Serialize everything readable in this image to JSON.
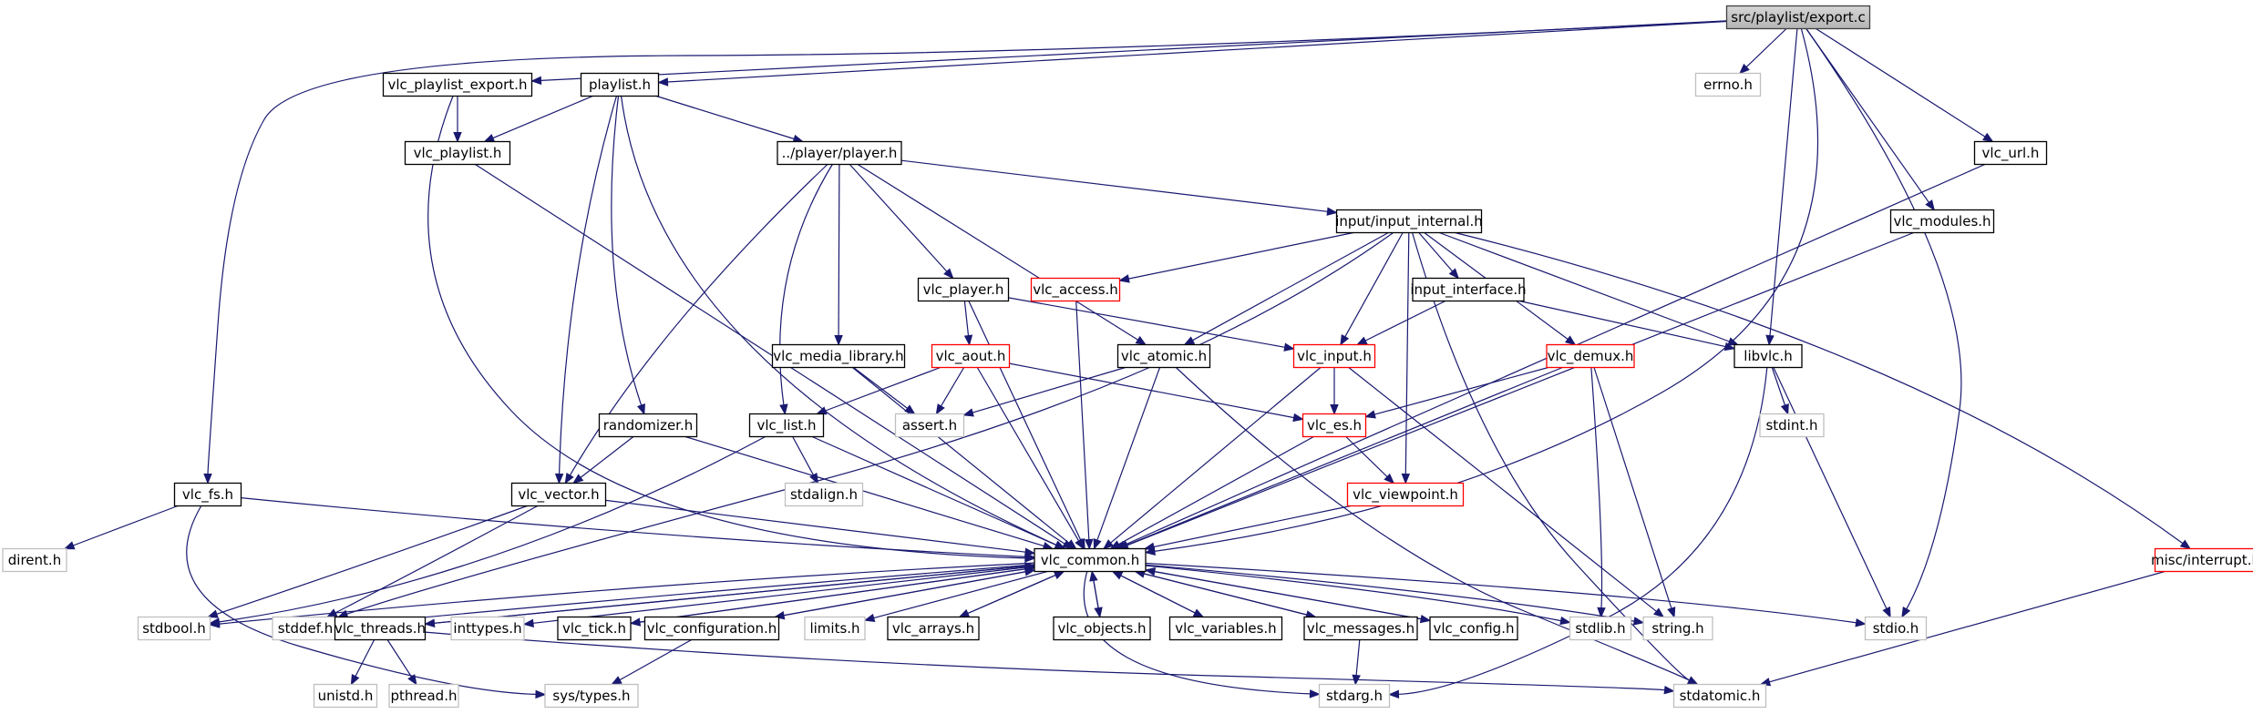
{
  "graph": {
    "colors": {
      "edge": "#191970",
      "root_fill": "#bfbfbf",
      "root_border": "#404040",
      "documented_border": "#000000",
      "truncated_border": "#ff0000",
      "system_border": "#bfbfbf"
    },
    "nodes": [
      {
        "id": "export_c",
        "label": "src/playlist/export.c",
        "kind": "root"
      },
      {
        "id": "vlc_playlist_export",
        "label": "vlc_playlist_export.h",
        "kind": "documented"
      },
      {
        "id": "playlist_h",
        "label": "playlist.h",
        "kind": "documented"
      },
      {
        "id": "errno",
        "label": "errno.h",
        "kind": "system"
      },
      {
        "id": "vlc_url",
        "label": "vlc_url.h",
        "kind": "documented"
      },
      {
        "id": "vlc_playlist",
        "label": "vlc_playlist.h",
        "kind": "documented"
      },
      {
        "id": "player_h",
        "label": "../player/player.h",
        "kind": "documented"
      },
      {
        "id": "input_internal",
        "label": "input/input_internal.h",
        "kind": "documented"
      },
      {
        "id": "vlc_modules",
        "label": "vlc_modules.h",
        "kind": "documented"
      },
      {
        "id": "vlc_player",
        "label": "vlc_player.h",
        "kind": "documented"
      },
      {
        "id": "vlc_access",
        "label": "vlc_access.h",
        "kind": "truncated"
      },
      {
        "id": "input_interface",
        "label": "input_interface.h",
        "kind": "documented"
      },
      {
        "id": "vlc_media_library",
        "label": "vlc_media_library.h",
        "kind": "documented"
      },
      {
        "id": "vlc_aout",
        "label": "vlc_aout.h",
        "kind": "truncated"
      },
      {
        "id": "vlc_atomic",
        "label": "vlc_atomic.h",
        "kind": "documented"
      },
      {
        "id": "vlc_input",
        "label": "vlc_input.h",
        "kind": "truncated"
      },
      {
        "id": "vlc_demux",
        "label": "vlc_demux.h",
        "kind": "truncated"
      },
      {
        "id": "libvlc",
        "label": "libvlc.h",
        "kind": "documented"
      },
      {
        "id": "randomizer",
        "label": "randomizer.h",
        "kind": "documented"
      },
      {
        "id": "vlc_list",
        "label": "vlc_list.h",
        "kind": "documented"
      },
      {
        "id": "assert",
        "label": "assert.h",
        "kind": "system"
      },
      {
        "id": "vlc_es",
        "label": "vlc_es.h",
        "kind": "truncated"
      },
      {
        "id": "stdint",
        "label": "stdint.h",
        "kind": "system"
      },
      {
        "id": "vlc_fs",
        "label": "vlc_fs.h",
        "kind": "documented"
      },
      {
        "id": "vlc_vector",
        "label": "vlc_vector.h",
        "kind": "documented"
      },
      {
        "id": "stdalign",
        "label": "stdalign.h",
        "kind": "system"
      },
      {
        "id": "vlc_viewpoint",
        "label": "vlc_viewpoint.h",
        "kind": "truncated"
      },
      {
        "id": "dirent",
        "label": "dirent.h",
        "kind": "system"
      },
      {
        "id": "vlc_common",
        "label": "vlc_common.h",
        "kind": "documented"
      },
      {
        "id": "misc_interrupt",
        "label": "misc/interrupt.h",
        "kind": "truncated"
      },
      {
        "id": "stdbool",
        "label": "stdbool.h",
        "kind": "system"
      },
      {
        "id": "stddef",
        "label": "stddef.h",
        "kind": "system"
      },
      {
        "id": "vlc_threads",
        "label": "vlc_threads.h",
        "kind": "documented"
      },
      {
        "id": "inttypes",
        "label": "inttypes.h",
        "kind": "system"
      },
      {
        "id": "vlc_tick",
        "label": "vlc_tick.h",
        "kind": "documented"
      },
      {
        "id": "vlc_configuration",
        "label": "vlc_configuration.h",
        "kind": "documented"
      },
      {
        "id": "limits",
        "label": "limits.h",
        "kind": "system"
      },
      {
        "id": "vlc_arrays",
        "label": "vlc_arrays.h",
        "kind": "documented"
      },
      {
        "id": "vlc_objects",
        "label": "vlc_objects.h",
        "kind": "documented"
      },
      {
        "id": "vlc_variables",
        "label": "vlc_variables.h",
        "kind": "documented"
      },
      {
        "id": "vlc_messages",
        "label": "vlc_messages.h",
        "kind": "documented"
      },
      {
        "id": "vlc_config",
        "label": "vlc_config.h",
        "kind": "documented"
      },
      {
        "id": "stdlib",
        "label": "stdlib.h",
        "kind": "system"
      },
      {
        "id": "string",
        "label": "string.h",
        "kind": "system"
      },
      {
        "id": "stdio",
        "label": "stdio.h",
        "kind": "system"
      },
      {
        "id": "unistd",
        "label": "unistd.h",
        "kind": "system"
      },
      {
        "id": "pthread",
        "label": "pthread.h",
        "kind": "system"
      },
      {
        "id": "sys_types",
        "label": "sys/types.h",
        "kind": "system"
      },
      {
        "id": "stdarg",
        "label": "stdarg.h",
        "kind": "system"
      },
      {
        "id": "stdatomic",
        "label": "stdatomic.h",
        "kind": "system"
      }
    ],
    "edges": [
      [
        "export_c",
        "vlc_playlist_export"
      ],
      [
        "export_c",
        "playlist_h"
      ],
      [
        "export_c",
        "errno"
      ],
      [
        "export_c",
        "vlc_url"
      ],
      [
        "export_c",
        "vlc_modules"
      ],
      [
        "export_c",
        "libvlc"
      ],
      [
        "export_c",
        "vlc_fs"
      ],
      [
        "export_c",
        "vlc_common"
      ],
      [
        "export_c",
        "stdio"
      ],
      [
        "vlc_playlist_export",
        "vlc_playlist"
      ],
      [
        "vlc_playlist_export",
        "vlc_common"
      ],
      [
        "playlist_h",
        "vlc_playlist"
      ],
      [
        "playlist_h",
        "player_h"
      ],
      [
        "playlist_h",
        "randomizer"
      ],
      [
        "playlist_h",
        "vlc_vector"
      ],
      [
        "playlist_h",
        "vlc_common"
      ],
      [
        "vlc_playlist",
        "vlc_common"
      ],
      [
        "player_h",
        "input_internal"
      ],
      [
        "player_h",
        "vlc_player"
      ],
      [
        "player_h",
        "vlc_media_library"
      ],
      [
        "player_h",
        "vlc_atomic"
      ],
      [
        "player_h",
        "vlc_list"
      ],
      [
        "player_h",
        "vlc_vector"
      ],
      [
        "input_internal",
        "vlc_access"
      ],
      [
        "input_internal",
        "input_interface"
      ],
      [
        "input_internal",
        "vlc_atomic"
      ],
      [
        "input_internal",
        "vlc_input"
      ],
      [
        "input_internal",
        "vlc_demux"
      ],
      [
        "input_internal",
        "libvlc"
      ],
      [
        "input_internal",
        "vlc_viewpoint"
      ],
      [
        "input_internal",
        "misc_interrupt"
      ],
      [
        "input_internal",
        "stdatomic"
      ],
      [
        "input_internal",
        "stddef"
      ],
      [
        "vlc_url",
        "vlc_common"
      ],
      [
        "vlc_modules",
        "vlc_common"
      ],
      [
        "vlc_player",
        "vlc_aout"
      ],
      [
        "vlc_player",
        "vlc_input"
      ],
      [
        "vlc_player",
        "vlc_common"
      ],
      [
        "vlc_access",
        "vlc_common"
      ],
      [
        "input_interface",
        "vlc_input"
      ],
      [
        "input_interface",
        "libvlc"
      ],
      [
        "vlc_media_library",
        "assert"
      ],
      [
        "vlc_media_library",
        "vlc_common"
      ],
      [
        "vlc_aout",
        "assert"
      ],
      [
        "vlc_aout",
        "vlc_list"
      ],
      [
        "vlc_aout",
        "vlc_es"
      ],
      [
        "vlc_aout",
        "vlc_common"
      ],
      [
        "vlc_atomic",
        "assert"
      ],
      [
        "vlc_atomic",
        "vlc_common"
      ],
      [
        "vlc_atomic",
        "stdatomic"
      ],
      [
        "vlc_input",
        "vlc_es"
      ],
      [
        "vlc_input",
        "vlc_common"
      ],
      [
        "vlc_input",
        "string"
      ],
      [
        "vlc_demux",
        "vlc_es"
      ],
      [
        "vlc_demux",
        "vlc_common"
      ],
      [
        "vlc_demux",
        "stdlib"
      ],
      [
        "vlc_demux",
        "string"
      ],
      [
        "libvlc",
        "stdint"
      ],
      [
        "libvlc",
        "stdio"
      ],
      [
        "libvlc",
        "stdarg"
      ],
      [
        "randomizer",
        "vlc_vector"
      ],
      [
        "randomizer",
        "vlc_common"
      ],
      [
        "vlc_list",
        "stdalign"
      ],
      [
        "vlc_list",
        "stdbool"
      ],
      [
        "vlc_list",
        "vlc_common"
      ],
      [
        "vlc_es",
        "vlc_viewpoint"
      ],
      [
        "vlc_es",
        "vlc_common"
      ],
      [
        "vlc_fs",
        "dirent"
      ],
      [
        "vlc_fs",
        "sys_types"
      ],
      [
        "vlc_fs",
        "vlc_common"
      ],
      [
        "vlc_vector",
        "stdbool"
      ],
      [
        "vlc_vector",
        "stddef"
      ],
      [
        "vlc_vector",
        "vlc_common"
      ],
      [
        "vlc_viewpoint",
        "vlc_common"
      ],
      [
        "misc_interrupt",
        "stdatomic"
      ],
      [
        "vlc_common",
        "stdbool"
      ],
      [
        "vlc_common",
        "stddef"
      ],
      [
        "vlc_common",
        "vlc_threads"
      ],
      [
        "vlc_common",
        "inttypes"
      ],
      [
        "vlc_common",
        "vlc_tick"
      ],
      [
        "vlc_common",
        "vlc_configuration"
      ],
      [
        "vlc_common",
        "limits"
      ],
      [
        "vlc_common",
        "vlc_arrays"
      ],
      [
        "vlc_common",
        "vlc_objects"
      ],
      [
        "vlc_common",
        "vlc_variables"
      ],
      [
        "vlc_common",
        "vlc_messages"
      ],
      [
        "vlc_common",
        "vlc_config"
      ],
      [
        "vlc_common",
        "stdlib"
      ],
      [
        "vlc_common",
        "string"
      ],
      [
        "vlc_common",
        "stdio"
      ],
      [
        "vlc_common",
        "stdarg"
      ],
      [
        "vlc_threads",
        "vlc_common"
      ],
      [
        "vlc_threads",
        "unistd"
      ],
      [
        "vlc_threads",
        "pthread"
      ],
      [
        "vlc_threads",
        "stdatomic"
      ],
      [
        "vlc_tick",
        "vlc_common"
      ],
      [
        "vlc_configuration",
        "vlc_common"
      ],
      [
        "vlc_configuration",
        "sys_types"
      ],
      [
        "vlc_arrays",
        "vlc_common"
      ],
      [
        "vlc_objects",
        "vlc_common"
      ],
      [
        "vlc_variables",
        "vlc_common"
      ],
      [
        "vlc_messages",
        "vlc_common"
      ],
      [
        "vlc_messages",
        "stdarg"
      ],
      [
        "vlc_config",
        "vlc_common"
      ]
    ]
  }
}
